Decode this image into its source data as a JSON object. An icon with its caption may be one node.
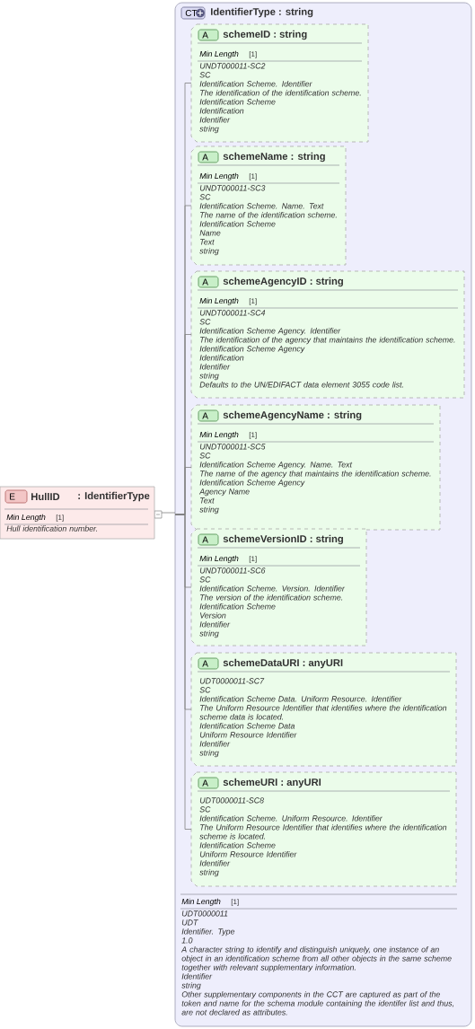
{
  "diagram": {
    "nodes": [
      {
        "text": [
          "E",
          "HullID",
          ": IdentifierType",
          "Min Length",
          "[1]",
          "Hull identification number."
        ]
      },
      {
        "text": [
          "CT",
          "IdentifierType : string",
          "Min Length",
          "[1]",
          "UDT0000011",
          "UDT",
          "Identifier. Type",
          "1.0",
          "A character string to identify and distinguish uniquely, one instance of an object in an identification scheme from all other objects in the same scheme together with relevant supplementary information.",
          "Identifier",
          "string",
          "Other supplementary components in the CCT are captured as part of the token and name for the schema module containing the identifer list and thus, are not declared as attributes."
        ]
      },
      {
        "text": [
          "A",
          "schemeID : string",
          "Min Length",
          "[1]",
          "UNDT000011-SC2",
          "SC",
          "Identification Scheme. Identifier",
          "The identification of the identification scheme.",
          "Identification Scheme",
          "Identification",
          "Identifier",
          "string"
        ],
        "in": 1
      },
      {
        "text": [
          "A",
          "schemeName : string",
          "Min Length",
          "[1]",
          "UNDT000011-SC3",
          "SC",
          "Identification Scheme. Name. Text",
          "The name of the identification scheme.",
          "Identification Scheme",
          "Name",
          "Text",
          "string"
        ],
        "in": 1
      },
      {
        "text": [
          "A",
          "schemeAgencyID : string",
          "Min Length",
          "[1]",
          "UNDT000011-SC4",
          "SC",
          "Identification Scheme Agency. Identifier",
          "The identification of the agency that maintains the identification scheme.",
          "Identification Scheme Agency",
          "Identification",
          "Identifier",
          "string",
          "Defaults to the UN/EDIFACT data element 3055 code list."
        ],
        "in": 1
      },
      {
        "text": [
          "A",
          "schemeAgencyName : string",
          "Min Length",
          "[1]",
          "UNDT000011-SC5",
          "SC",
          "Identification Scheme Agency. Name. Text",
          "The name of the agency that maintains the identification scheme.",
          "Identification Scheme Agency",
          "Agency Name",
          "Text",
          "string"
        ],
        "in": 1
      },
      {
        "text": [
          "A",
          "schemeVersionID : string",
          "Min Length",
          "[1]",
          "UNDT000011-SC6",
          "SC",
          "Identification Scheme. Version. Identifier",
          "The version of the identification scheme.",
          "Identification Scheme",
          "Version",
          "Identifier",
          "string"
        ],
        "in": 1
      },
      {
        "text": [
          "A",
          "schemeDataURI : anyURI",
          "UDT0000011-SC7",
          "SC",
          "Identification Scheme Data. Uniform Resource. Identifier",
          "The Uniform Resource Identifier that identifies where the identification scheme data is located.",
          "Identification Scheme Data",
          "Uniform Resource Identifier",
          "Identifier",
          "string"
        ],
        "in": 1
      },
      {
        "text": [
          "A",
          "schemeURI : anyURI",
          "UDT0000011-SC8",
          "SC",
          "Identification Scheme. Uniform Resource. Identifier",
          "The Uniform Resource Identifier that identifies where the identification scheme is located.",
          "Identification Scheme",
          "Uniform Resource Identifier",
          "Identifier",
          "string"
        ],
        "in": 1
      }
    ],
    "edges": [
      {
        "from": 0,
        "to": 1,
        "arrow": "none"
      },
      {
        "from": 1,
        "to": 2,
        "arrow": "none"
      },
      {
        "from": 1,
        "to": 3,
        "arrow": "none"
      },
      {
        "from": 1,
        "to": 4,
        "arrow": "none"
      },
      {
        "from": 1,
        "to": 5,
        "arrow": "none"
      },
      {
        "from": 1,
        "to": 6,
        "arrow": "none"
      },
      {
        "from": 1,
        "to": 7,
        "arrow": "none"
      },
      {
        "from": 1,
        "to": 8,
        "arrow": "none"
      }
    ]
  }
}
